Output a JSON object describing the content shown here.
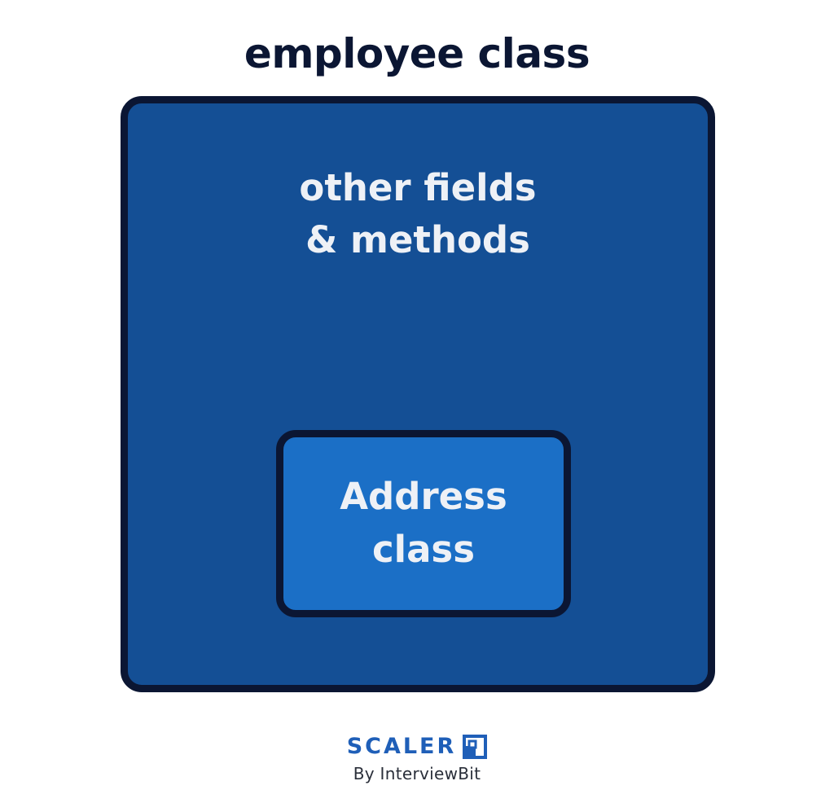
{
  "diagram": {
    "title": "employee class",
    "outer": {
      "label_line1": "other fields",
      "label_line2": "& methods"
    },
    "inner": {
      "label_line1": "Address",
      "label_line2": "class"
    }
  },
  "brand": {
    "name": "SCALER",
    "tagline": "By InterviewBit",
    "logo_icon": "scaler-logo-icon"
  },
  "colors": {
    "outer_fill": "#144f95",
    "inner_fill": "#1b6fc6",
    "border": "#0b1633",
    "brand_blue": "#1f5fb8"
  }
}
